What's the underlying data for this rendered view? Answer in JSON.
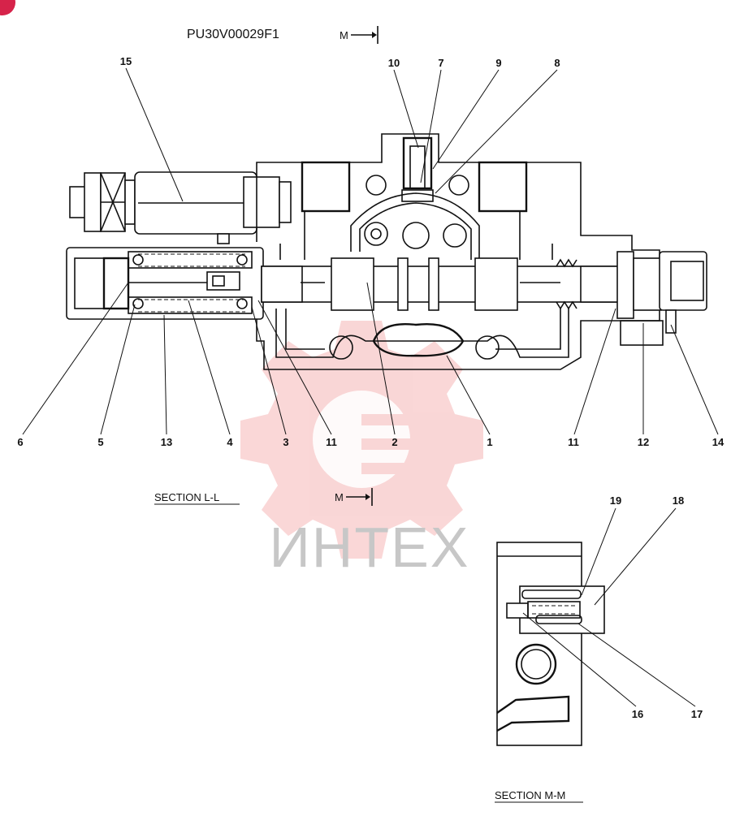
{
  "drawing_code": "PU30V00029F1",
  "section_marker": "M",
  "watermark_text": "ИНТЕХ",
  "section_ll": {
    "title": "SECTION  L-L"
  },
  "section_mm": {
    "title": "SECTION  M-M"
  },
  "callouts_ll": [
    "15",
    "10",
    "7",
    "9",
    "8",
    "6",
    "5",
    "13",
    "4",
    "3",
    "11",
    "2",
    "1",
    "11",
    "12",
    "14"
  ],
  "callouts_mm": [
    "19",
    "18",
    "16",
    "17"
  ],
  "colors": {
    "line": "#111111",
    "watermark": "#e84a4a",
    "corner_badge": "#d6234a"
  }
}
